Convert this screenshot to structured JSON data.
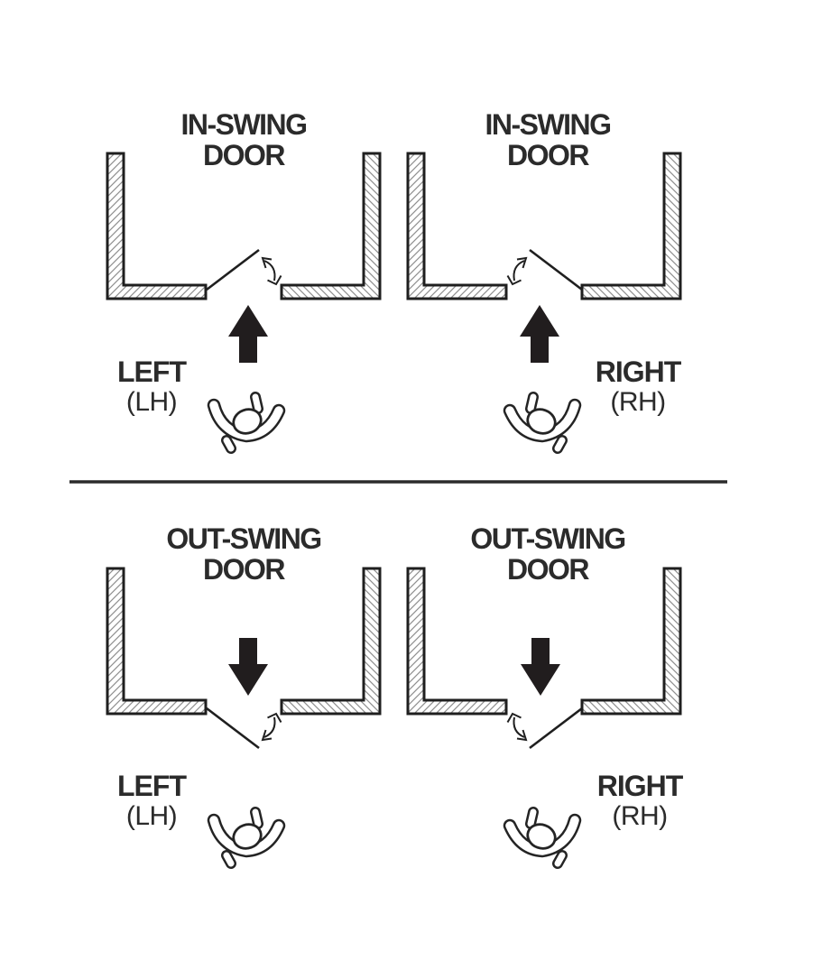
{
  "colors": {
    "background": "#ffffff",
    "ink": "#2b2b2b",
    "wall_outline": "#1f1f1f",
    "hatch_line": "#8f8f8f",
    "solid_arrow": "#211d1e",
    "figure_outline": "#242424"
  },
  "divider": {
    "present": true
  },
  "quadrants": [
    {
      "id": "in-swing-left-hand",
      "title_line1": "IN-SWING",
      "title_line2": "DOOR",
      "hand_label": "LEFT",
      "hand_abbr": "(LH)",
      "swing": "in",
      "hinge_side": "left",
      "travel_arrow_direction": "up"
    },
    {
      "id": "in-swing-right-hand",
      "title_line1": "IN-SWING",
      "title_line2": "DOOR",
      "hand_label": "RIGHT",
      "hand_abbr": "(RH)",
      "swing": "in",
      "hinge_side": "right",
      "travel_arrow_direction": "up"
    },
    {
      "id": "out-swing-left-hand",
      "title_line1": "OUT-SWING",
      "title_line2": "DOOR",
      "hand_label": "LEFT",
      "hand_abbr": "(LH)",
      "swing": "out",
      "hinge_side": "left",
      "travel_arrow_direction": "down"
    },
    {
      "id": "out-swing-right-hand",
      "title_line1": "OUT-SWING",
      "title_line2": "DOOR",
      "hand_label": "RIGHT",
      "hand_abbr": "(RH)",
      "swing": "out",
      "hinge_side": "right",
      "travel_arrow_direction": "down"
    }
  ]
}
